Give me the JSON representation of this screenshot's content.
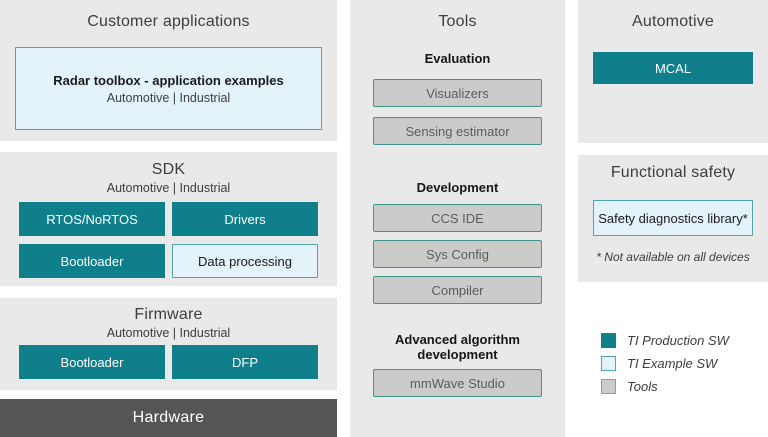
{
  "colors": {
    "panel_bg": "#e9e9e9",
    "ti_production_teal": "#0e7f8b",
    "ti_example_blue": "#e4f2f9",
    "example_border": "#53a4ae",
    "tools_gray": "#cbcbc9",
    "tools_border": "#44948e",
    "hardware_bar": "#555555"
  },
  "left_column": {
    "customer_applications": {
      "title": "Customer applications",
      "box": {
        "title": "Radar toolbox - application examples",
        "subtitle": "Automotive | Industrial"
      }
    },
    "sdk": {
      "title": "SDK",
      "subtitle": "Automotive | Industrial",
      "boxes": [
        {
          "label": "RTOS/NoRTOS",
          "type": "production"
        },
        {
          "label": "Drivers",
          "type": "production"
        },
        {
          "label": "Bootloader",
          "type": "production"
        },
        {
          "label": "Data processing",
          "type": "example"
        }
      ]
    },
    "firmware": {
      "title": "Firmware",
      "subtitle": "Automotive | Industrial",
      "boxes": [
        {
          "label": "Bootloader",
          "type": "production"
        },
        {
          "label": "DFP",
          "type": "production"
        }
      ]
    },
    "hardware": {
      "title": "Hardware"
    }
  },
  "tools_column": {
    "title": "Tools",
    "groups": [
      {
        "heading": "Evaluation",
        "items": [
          "Visualizers",
          "Sensing estimator"
        ]
      },
      {
        "heading": "Development",
        "items": [
          "CCS IDE",
          "Sys Config",
          "Compiler"
        ]
      },
      {
        "heading": "Advanced algorithm development",
        "items": [
          "mmWave Studio"
        ]
      }
    ]
  },
  "right_column": {
    "automotive": {
      "title": "Automotive",
      "box": "MCAL"
    },
    "functional_safety": {
      "title": "Functional safety",
      "box": "Safety diagnostics library*",
      "note": "* Not available on all devices"
    },
    "legend": [
      {
        "label": "TI Production SW",
        "swatch": "production"
      },
      {
        "label": "TI Example SW",
        "swatch": "example"
      },
      {
        "label": "Tools",
        "swatch": "tools"
      }
    ]
  }
}
